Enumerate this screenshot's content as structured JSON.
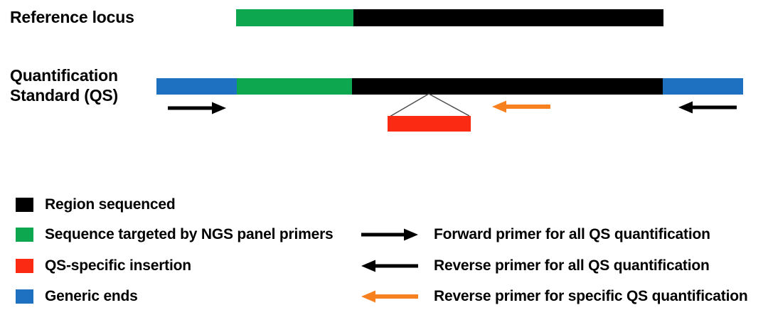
{
  "labels": {
    "reference": "Reference locus",
    "qs_line1": "Quantification",
    "qs_line2": "Standard (QS)"
  },
  "colors": {
    "region_sequenced_black": "#000000",
    "ngs_target_green": "#0DA750",
    "insertion_red": "#FA2A13",
    "generic_ends_blue": "#1E70C1",
    "specific_primer_orange": "#F8811F",
    "insertion_callout_line": "#4d4d4d"
  },
  "legend": {
    "items": [
      {
        "label": "Region sequenced"
      },
      {
        "label": "Sequence targeted by NGS panel primers"
      },
      {
        "label": "QS-specific insertion"
      },
      {
        "label": "Generic ends"
      }
    ],
    "primers": [
      {
        "label": "Forward primer for all QS quantification",
        "direction": "right",
        "color": "black"
      },
      {
        "label": "Reverse primer for all QS quantification",
        "direction": "left",
        "color": "black"
      },
      {
        "label": "Reverse primer for specific QS quantification",
        "direction": "left",
        "color": "orange"
      }
    ]
  }
}
